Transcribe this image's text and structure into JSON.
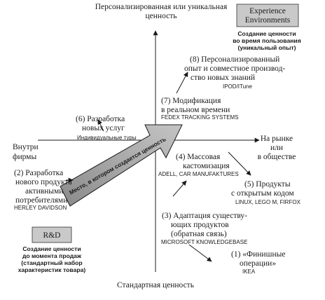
{
  "axes": {
    "top_line1": "Персонализированная или уникальная",
    "top_line2": "ценность",
    "bottom": "Стандартная ценность",
    "left_line1": "Внутри",
    "left_line2": "фирмы",
    "right_line1": "На рынке",
    "right_line2": "или",
    "right_line3": "в обществе"
  },
  "corners": {
    "experience_line1": "Experience",
    "experience_line2": "Environments",
    "experience_desc1": "Создание ценности",
    "experience_desc2": "во время пользования",
    "experience_desc3": "(уникальный опыт)",
    "rd": "R&D",
    "rd_desc1": "Создание ценности",
    "rd_desc2": "до момента продаж",
    "rd_desc3": "(стандартный набор",
    "rd_desc4": "характеристик товара)"
  },
  "diagonal_label": "Место, в котором создается ценность",
  "items": {
    "i1": {
      "l1": "(1) «Финишные",
      "l2": "операции»",
      "ex": "IKEA"
    },
    "i2": {
      "l1": "(2) Разработка",
      "l2": "нового продукта",
      "l3": "активными",
      "l4": "потребителями",
      "ex": "HERLEY DAVIDSON"
    },
    "i3": {
      "l1": "(3) Адаптация существу-",
      "l2": "ющих продуктов",
      "l3": "(обратная связь)",
      "ex": "MICROSOFT KNOWLEDGEBASE"
    },
    "i4": {
      "l1": "(4) Массовая",
      "l2": "кастомизация",
      "ex": "ADELL, CAR MANUFAKTURES"
    },
    "i5": {
      "l1": "(5) Продукты",
      "l2": "с открытым кодом",
      "ex": "LINUX, LEGO M, FIRFOX"
    },
    "i6": {
      "l1": "(6) Разработка",
      "l2": "новых услуг",
      "ex": "Индивидуальные туры"
    },
    "i7": {
      "l1": "(7) Модификация",
      "l2": "в реальном времени",
      "ex": "FEDEX TRACKING SYSTEMS"
    },
    "i8": {
      "l1": "(8) Персонализированный",
      "l2": "опыт и совместное производ-",
      "l3": "ство новых знаний",
      "ex": "IPOD/ITune"
    }
  }
}
